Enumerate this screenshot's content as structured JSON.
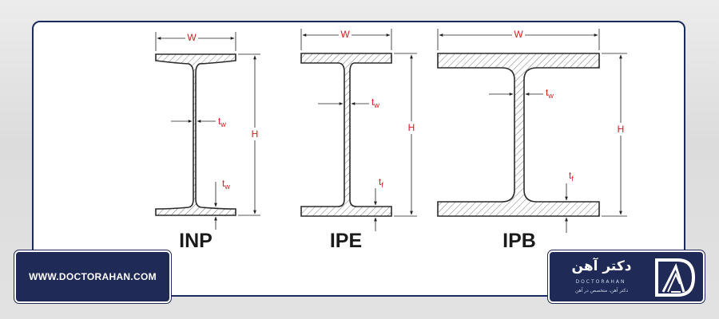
{
  "sections": [
    {
      "label": "INP",
      "dims": {
        "width": "W",
        "height": "H",
        "web": "t",
        "web_sub": "w",
        "flange": "t",
        "flange_sub": "w"
      }
    },
    {
      "label": "IPE",
      "dims": {
        "width": "W",
        "height": "H",
        "web": "t",
        "web_sub": "w",
        "flange": "t",
        "flange_sub": "f"
      }
    },
    {
      "label": "IPB",
      "dims": {
        "width": "W",
        "height": "H",
        "web": "t",
        "web_sub": "w",
        "flange": "t",
        "flange_sub": "f"
      }
    }
  ],
  "footer": {
    "url": "WWW.DOCTORAHAN.COM",
    "logo_title": "دکتر آهن",
    "logo_sub": "DOCTORAHAN",
    "logo_tag": "دکتر آهن، متخصص در آهن"
  },
  "colors": {
    "panel_border": "#1b2a5c",
    "badge_bg": "#1f2a56",
    "dimension_text": "#d21f1f",
    "outline": "#2b2b2b"
  }
}
